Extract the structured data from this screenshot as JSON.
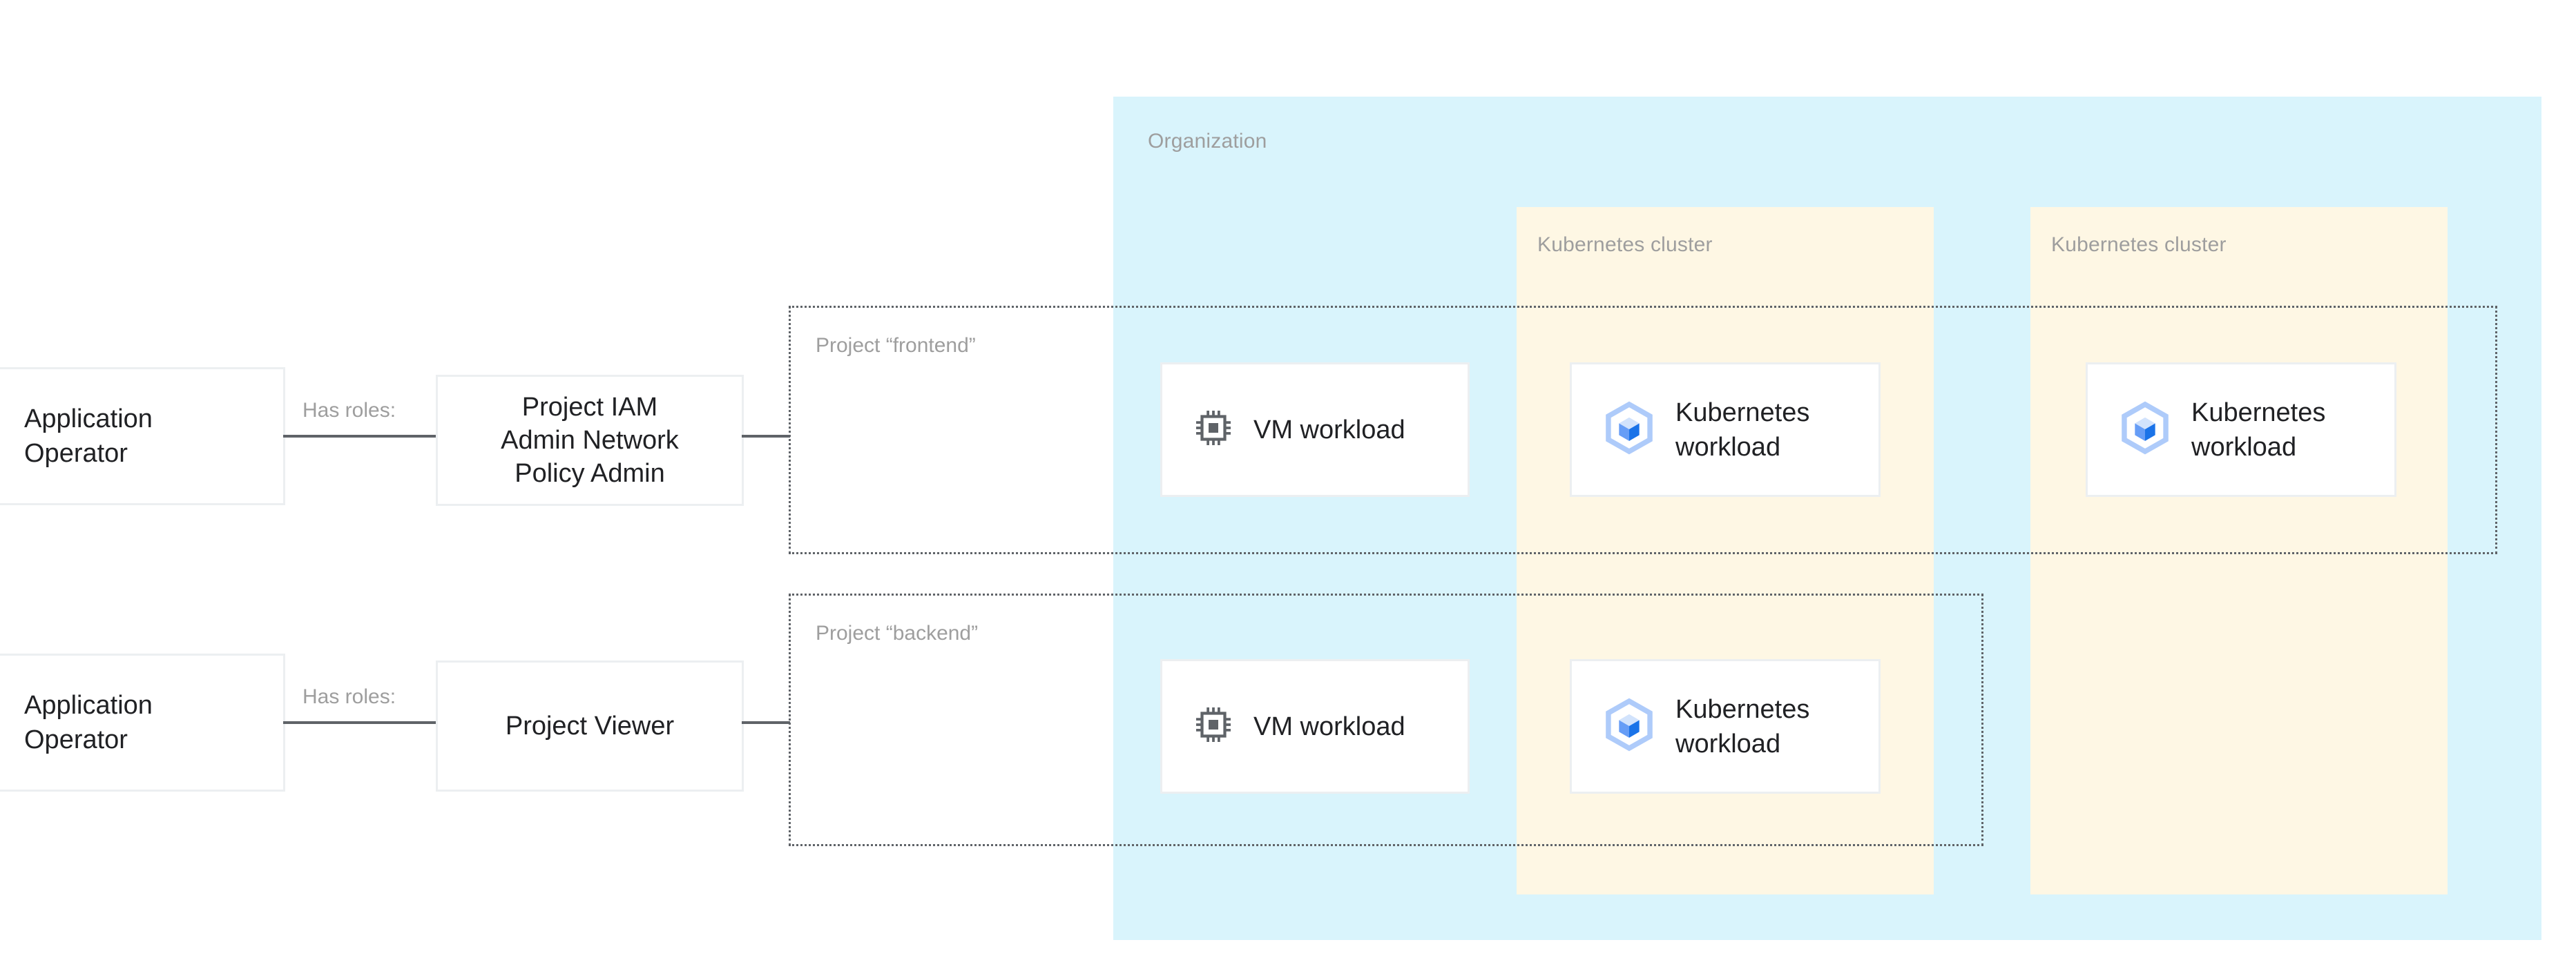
{
  "diagram": {
    "title": "GKE organization / project / cluster access diagram",
    "colors": {
      "organization_fill": "#d9f4fc",
      "cluster_fill": "#fef7e4",
      "card_border": "#eceff1",
      "label_gray": "#9e9e9e",
      "text_dark": "#202124",
      "connector": "#5f6368",
      "gke_icon_light": "#aecbfa",
      "gke_icon_mid": "#669df6",
      "gke_icon_dark": "#1a73e8",
      "person_icon": "#5f6368",
      "vm_icon": "#5f6368"
    },
    "organization": {
      "label": "Organization"
    },
    "clusters": [
      {
        "label": "Kubernetes cluster"
      },
      {
        "label": "Kubernetes cluster"
      }
    ],
    "projects": [
      {
        "label": "Project “frontend”"
      },
      {
        "label": "Project “backend”"
      }
    ],
    "actors": [
      {
        "label": "Application\nOperator",
        "icon": "person-icon"
      },
      {
        "label": "Application\nOperator",
        "icon": "person-icon"
      }
    ],
    "edges": [
      {
        "label": "Has roles:"
      },
      {
        "label": "Has roles:"
      }
    ],
    "roles": [
      {
        "label": "Project IAM\nAdmin Network\nPolicy Admin"
      },
      {
        "label": "Project Viewer"
      }
    ],
    "workloads": {
      "frontend_vm": {
        "label": "VM workload",
        "icon": "cpu-chip-icon"
      },
      "frontend_k8s_a": {
        "label": "Kubernetes\nworkload",
        "icon": "gke-cube-icon"
      },
      "frontend_k8s_b": {
        "label": "Kubernetes\nworkload",
        "icon": "gke-cube-icon"
      },
      "backend_vm": {
        "label": "VM workload",
        "icon": "cpu-chip-icon"
      },
      "backend_k8s": {
        "label": "Kubernetes\nworkload",
        "icon": "gke-cube-icon"
      }
    }
  }
}
